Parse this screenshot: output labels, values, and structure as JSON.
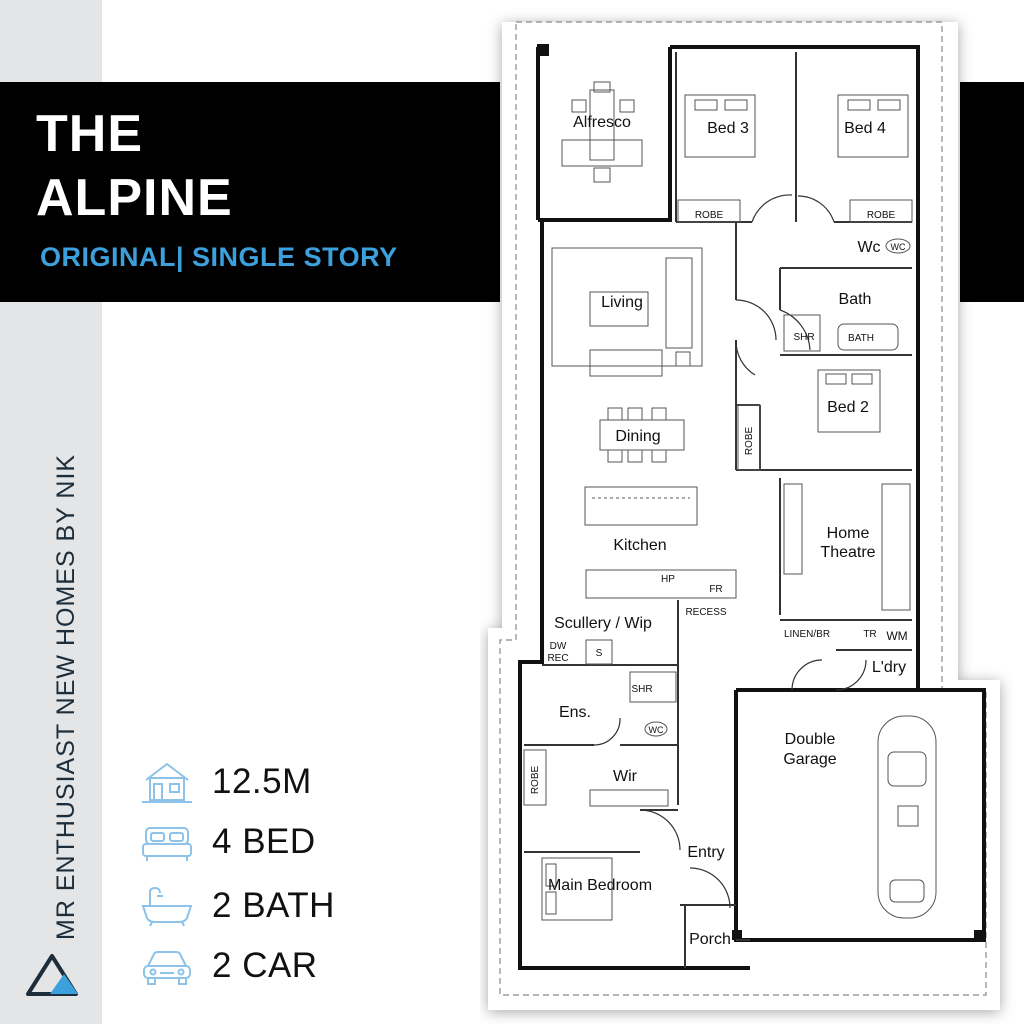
{
  "header": {
    "title_line1": "THE",
    "title_line2": "ALPINE",
    "subtitle": "ORIGINAL| SINGLE STORY"
  },
  "brand": {
    "name": "MR ENTHUSIAST NEW HOMES BY NIK"
  },
  "stats": [
    {
      "icon": "house-width-icon",
      "label": "12.5M"
    },
    {
      "icon": "bed-icon",
      "label": "4 BED"
    },
    {
      "icon": "bathtub-icon",
      "label": "2 BATH"
    },
    {
      "icon": "car-icon",
      "label": "2 CAR"
    }
  ],
  "floorplan": {
    "rooms": {
      "alfresco": "Alfresco",
      "bed3": "Bed 3",
      "bed4": "Bed 4",
      "robe_bed3": "ROBE",
      "robe_bed4": "ROBE",
      "wc": "Wc",
      "wc_fixture": "WC",
      "living": "Living",
      "bath": "Bath",
      "shr_bath": "SHR",
      "bath_tub": "BATH",
      "bed2": "Bed 2",
      "robe_bed2": "ROBE",
      "dining": "Dining",
      "kitchen": "Kitchen",
      "home_theatre_1": "Home",
      "home_theatre_2": "Theatre",
      "hp": "HP",
      "fr": "FR",
      "recess": "RECESS",
      "scullery": "Scullery / Wip",
      "dw": "DW",
      "rec": "REC",
      "sink": "S",
      "linen": "LINEN/BR",
      "tr": "TR",
      "wm": "WM",
      "laundry": "L'dry",
      "shr_ens": "SHR",
      "ens": "Ens.",
      "wc_ens": "WC",
      "double_garage_1": "Double",
      "double_garage_2": "Garage",
      "robe_main": "ROBE",
      "wir": "Wir",
      "entry": "Entry",
      "main_bedroom": "Main Bedroom",
      "porch": "Porch"
    }
  },
  "colors": {
    "accent": "#3ca0dc",
    "banner": "#000000",
    "side_strip": "#e4e5e7",
    "icon_blue": "#8dc3e8"
  }
}
